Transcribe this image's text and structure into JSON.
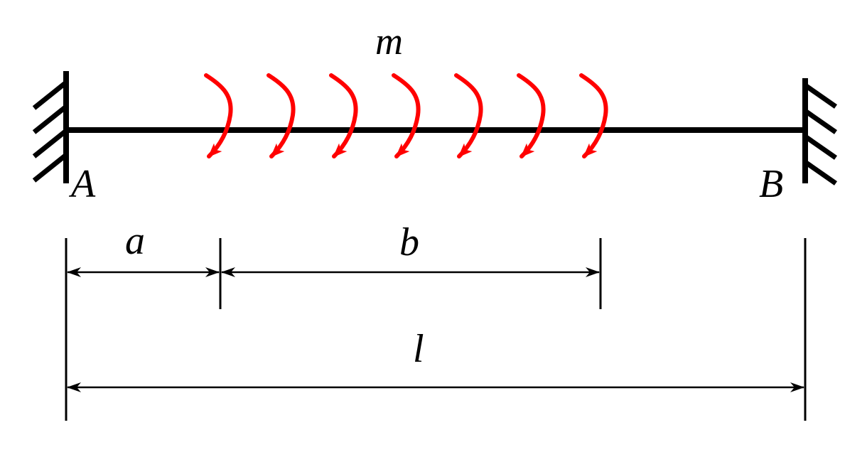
{
  "diagram": {
    "load_label": "m",
    "support_left_label": "A",
    "support_right_label": "B",
    "dim_a_label": "a",
    "dim_b_label": "b",
    "dim_l_label": "l",
    "load_moment_count": 7,
    "colors": {
      "beam": "#000000",
      "load": "#ff0000"
    }
  }
}
